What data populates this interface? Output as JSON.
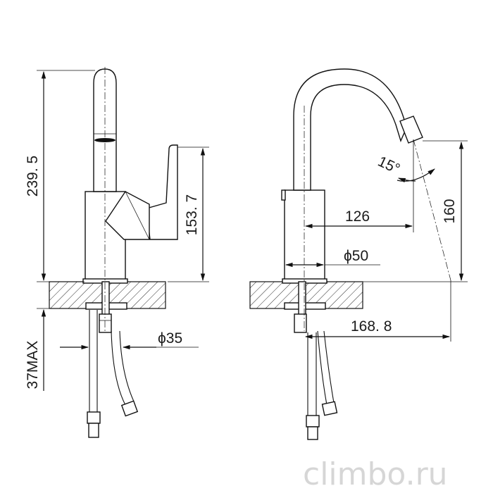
{
  "dimensions": {
    "height_total": "239. 5",
    "lever_height": "153. 7",
    "mount_max": "37MAX",
    "hole_dia": "ϕ35",
    "reach": "126",
    "base_dia": "ϕ50",
    "spout_height": "160",
    "angle": "15°",
    "projection": "168. 8"
  },
  "watermark": "climbo.ru",
  "colors": {
    "line": "#111111",
    "text": "#1a1a1a",
    "watermark": "#d6d6d6"
  }
}
